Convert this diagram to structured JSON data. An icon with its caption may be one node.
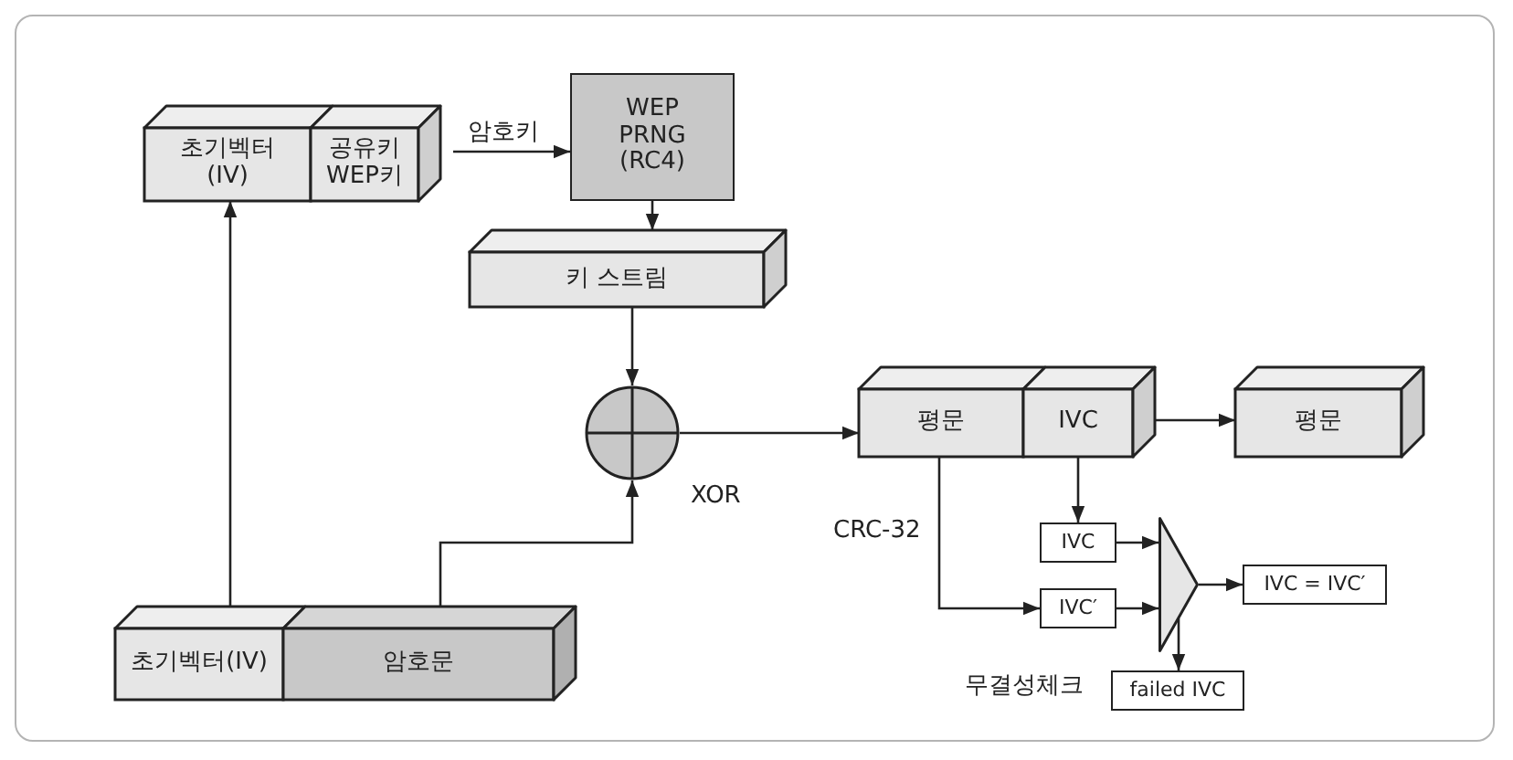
{
  "diagram": {
    "nodes": [
      {
        "text": [
          "초기벡터 (IV)"
        ]
      },
      {
        "text": [
          "공유키 WEP키"
        ]
      },
      {
        "text": [
          "WEP PRNG (RC4)"
        ]
      },
      {
        "text": [
          "키 스트림"
        ]
      },
      {
        "text": [],
        "shape": "circle",
        "beside": [
          "XOR"
        ]
      },
      {
        "text": [
          "평문"
        ]
      },
      {
        "text": [
          "IVC"
        ]
      },
      {
        "text": [
          "평문"
        ]
      },
      {
        "text": [
          "IVC"
        ]
      },
      {
        "text": [
          "IVC′"
        ]
      },
      {
        "text": [],
        "shape": "triangle"
      },
      {
        "text": [
          "IVC = IVC′"
        ]
      },
      {
        "text": [
          "failed IVC"
        ]
      },
      {
        "text": [
          "초기벡터(IV)"
        ]
      },
      {
        "text": [
          "암호문"
        ]
      }
    ],
    "edges": [
      {
        "from": 1,
        "to": 2,
        "arrow": "to",
        "label": "암호키"
      },
      {
        "from": 2,
        "to": 3,
        "arrow": "to"
      },
      {
        "from": 3,
        "to": 4,
        "arrow": "to"
      },
      {
        "from": 14,
        "to": 4,
        "arrow": "to"
      },
      {
        "from": 13,
        "to": 0,
        "arrow": "to"
      },
      {
        "from": 4,
        "to": 5,
        "arrow": "to"
      },
      {
        "from": 6,
        "to": 7,
        "arrow": "to"
      },
      {
        "from": 6,
        "to": 8,
        "arrow": "to"
      },
      {
        "from": 5,
        "to": 9,
        "arrow": "to",
        "label": "CRC-32"
      },
      {
        "from": 8,
        "to": 10,
        "arrow": "to"
      },
      {
        "from": 9,
        "to": 10,
        "arrow": "to"
      },
      {
        "from": 10,
        "to": 11,
        "arrow": "to"
      },
      {
        "from": 10,
        "to": 12,
        "arrow": "to"
      }
    ],
    "labels": [
      "무결성체크"
    ]
  }
}
